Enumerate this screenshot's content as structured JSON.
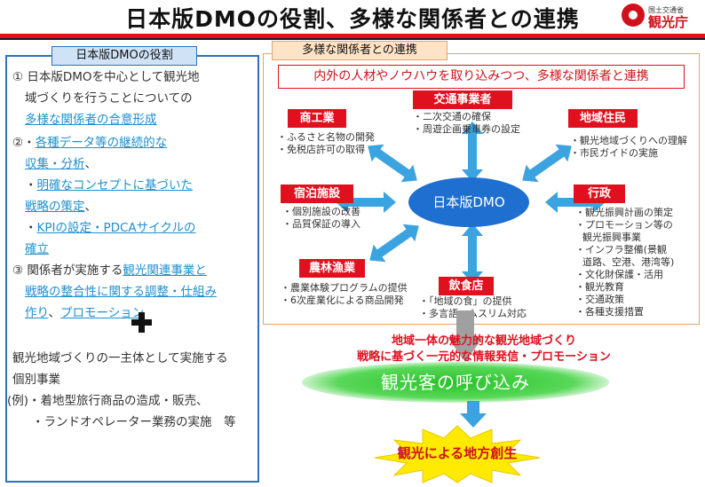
{
  "header": {
    "title": "日本版DMOの役割、多様な関係者との連携",
    "logo_sub": "国土交通省",
    "logo_main": "観光庁"
  },
  "left": {
    "title": "日本版DMOの役割",
    "l1": "① 日本版DMOを中心として観光地",
    "l2": "域づくりを行うことについての",
    "l3": "多様な関係者の合意形成",
    "l4a": "②・",
    "l4b": "各種データ等の継続的な",
    "l5": "収集・分析",
    "l5c": "、",
    "l6a": "・",
    "l6b": "明確なコンセプトに基づいた",
    "l7": "戦略の策定",
    "l7c": "、",
    "l8a": "・",
    "l8b": "KPIの設定・PDCAサイクルの",
    "l9": "確立",
    "l10a": "③ 関係者が実施する",
    "l10b": "観光関連事業と",
    "l11": "戦略の整合性に関する調整・仕組み",
    "l12": "作り",
    "l12c": "、",
    "l12d": "プロモーション",
    "l13": "観光地域づくりの一主体として実施する",
    "l14": "個別事業",
    "l15": "(例)・着地型旅行商品の造成・販売、",
    "l16": "・ランドオペレーター業務の実施　等"
  },
  "right": {
    "title": "多様な関係者との連携",
    "banner": "内外の人材やノウハウを取り込みつつ、多様な関係者と連携",
    "center": "日本版DMO",
    "commerce": {
      "label": "商工業",
      "d1": "・ふるさと名物の開発",
      "d2": "・免税店許可の取得"
    },
    "transport": {
      "label": "交通事業者",
      "d1": "・二次交通の確保",
      "d2": "・周遊企画乗車券の設定"
    },
    "residents": {
      "label": "地域住民",
      "d1": "・観光地域づくりへの理解",
      "d2": "・市民ガイドの実施"
    },
    "lodging": {
      "label": "宿泊施設",
      "d1": "・個別施設の改善",
      "d2": "・品質保証の導入"
    },
    "government": {
      "label": "行政",
      "d1": "・観光振興計画の策定",
      "d2": "・プロモーション等の",
      "d3": "観光振興事業",
      "d4": "・インフラ整備(景観",
      "d5": "道路、空港、港湾等)",
      "d6": "・文化財保護・活用",
      "d7": "・観光教育",
      "d8": "・交通政策",
      "d9": "・各種支援措置"
    },
    "agri": {
      "label": "農林漁業",
      "d1": "・農業体験プログラムの提供",
      "d2": "・6次産業化による商品開発"
    },
    "food": {
      "label": "飲食店",
      "d1": "・「地域の食」の提供",
      "d2": "・多言語、ムスリム対応"
    }
  },
  "bottom": {
    "result1": "地域一体の魅力的な観光地域づくり",
    "result2": "戦略に基づく一元的な情報発信・プロモーション",
    "green": "観光客の呼び込み",
    "final": "観光による地方創生"
  },
  "colors": {
    "accent_red": "#e0101e",
    "blue": "#1e6fd0",
    "arrow_blue": "#3aa3e0",
    "green": "#33cc33",
    "star_yellow": "#ffea00"
  }
}
